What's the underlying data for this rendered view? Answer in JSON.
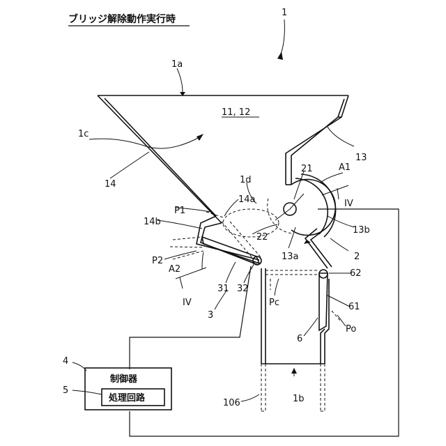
{
  "title": "ブリッジ解除動作実行時",
  "labels": {
    "n1": "1",
    "n1a": "1a",
    "n11_12": "11, 12",
    "n1c": "1c",
    "n13": "13",
    "n14": "14",
    "n1d": "1d",
    "n21": "21",
    "nA1": "A1",
    "nIV_top": "IV",
    "n14a": "14a",
    "nP1": "P1",
    "n14b": "14b",
    "n13b": "13b",
    "n22": "22",
    "nP2": "P2",
    "n13a": "13a",
    "n2": "2",
    "nA2": "A2",
    "n62": "62",
    "n31": "31",
    "n32": "32",
    "nIV_bottom": "IV",
    "nPc": "Pc",
    "n61": "61",
    "n3": "3",
    "nPo": "Po",
    "n6": "6",
    "n4": "4",
    "n5": "5",
    "n106": "106",
    "n1b": "1b"
  },
  "controller": {
    "label": "制御器"
  },
  "processor": {
    "label": "処理回路"
  }
}
